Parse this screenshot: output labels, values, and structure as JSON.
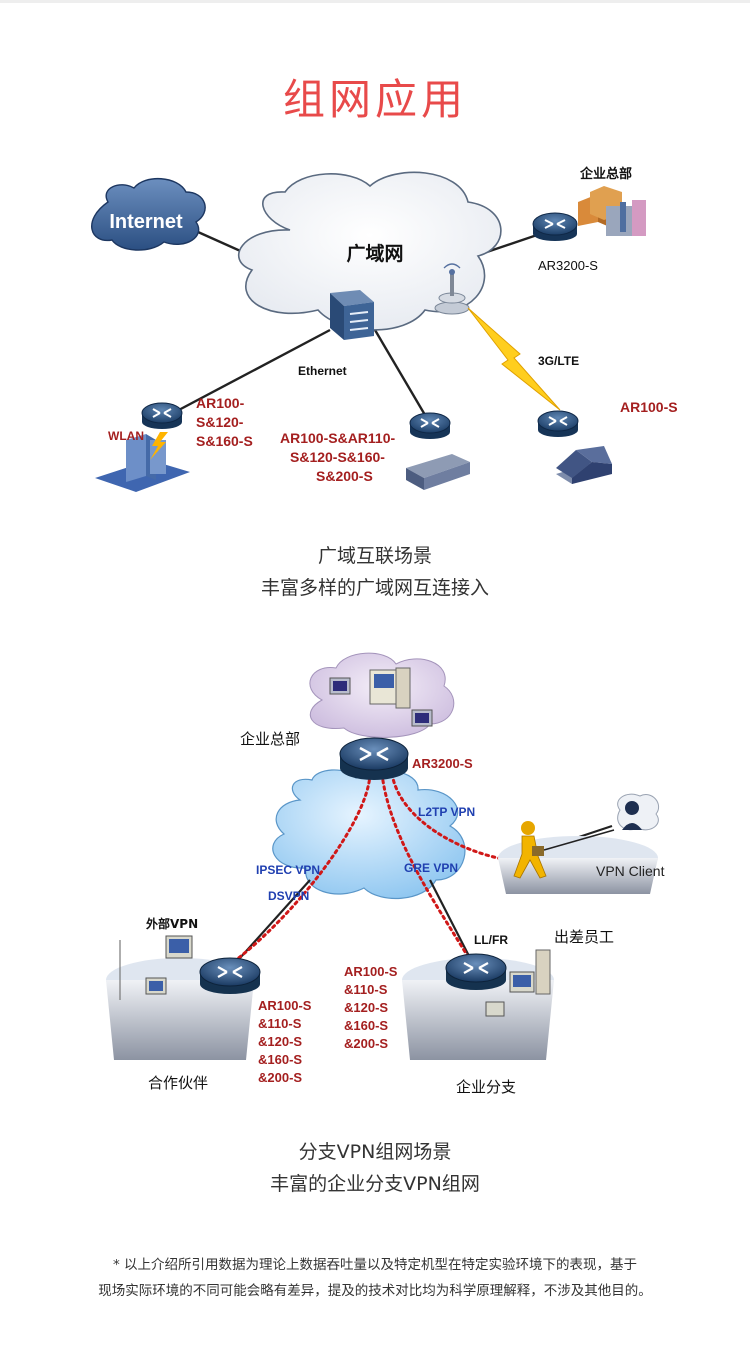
{
  "page": {
    "title": "组网应用"
  },
  "wan_diagram": {
    "internet": "Internet",
    "wan_cloud": "广域网",
    "hq_label": "企业总部",
    "hq_router": "AR3200-S",
    "ethernet": "Ethernet",
    "wireless_link": "3G/LTE",
    "wlan": "WLAN",
    "left_router": [
      "AR100-",
      "S&120-",
      "S&160-S"
    ],
    "center_router": [
      "AR100-S&AR110-",
      "S&120-S&160-",
      "S&200-S"
    ],
    "right_router": "AR100-S"
  },
  "wan_caption": {
    "line1": "广域互联场景",
    "line2": "丰富多样的广域网互连接入"
  },
  "vpn_diagram": {
    "hq_label": "企业总部",
    "hq_router": "AR3200-S",
    "l2tp": "L2TP VPN",
    "ipsec": "IPSEC VPN",
    "dsvpn": "DSVPN",
    "gre": "GRE VPN",
    "vpn_client": "VPN Client",
    "travel_staff": "出差员工",
    "external_vpn": "外部VPN",
    "llfr": "LL/FR",
    "partner_router": [
      "AR100-S",
      "&110-S",
      "&120-S",
      "&160-S",
      "&200-S"
    ],
    "branch_router": [
      "AR100-S",
      "&110-S",
      "&120-S",
      "&160-S",
      "&200-S"
    ],
    "partner_label": "合作伙伴",
    "branch_label": "企业分支"
  },
  "vpn_caption": {
    "line1": "分支VPN组网场景",
    "line2": "丰富的企业分支VPN组网"
  },
  "footnote": {
    "line1": "* 以上介绍所引用数据为理论上数据吞吐量以及特定机型在特定实验环境下的表现，基于",
    "line2": "现场实际环境的不同可能会略有差异，提及的技术对比均为科学原理解释，不涉及其他目的。"
  },
  "colors": {
    "title": "#e84a4a",
    "router_label": "#a41f1f",
    "vpn_label": "#1f3fb0",
    "vpn_link": "#d01818"
  }
}
